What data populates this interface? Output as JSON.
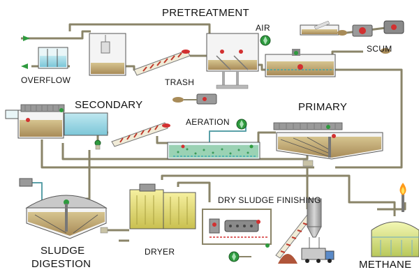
{
  "labels": {
    "pretreatment": "PRETREATMENT",
    "air": "AIR",
    "scum": "SCUM",
    "overflow": "OVERFLOW",
    "trash": "TRASH",
    "secondary": "SECONDARY",
    "primary": "PRIMARY",
    "aeration": "AERATION",
    "dry_sludge_finishing": "DRY SLUDGE FINISHING",
    "sludge_digestion_line1": "SLUDGE",
    "sludge_digestion_line2": "DIGESTION",
    "dryer": "DRYER",
    "methane": "METHANE"
  },
  "colors": {
    "pipe": "#8a8468",
    "pipe_fill": "#c9c3a6",
    "water_blue": "#9fd8e6",
    "sludge_brown": "#b9a070",
    "tank_outline": "#555555",
    "bio_green": "#3a9a5a",
    "valve_red": "#d23030",
    "flow_green": "#2e9a3e",
    "dryer_yellow": "#e8e07a",
    "methane_tank": "#e6ec8a",
    "flare_orange": "#ff9a1a"
  },
  "icons": [
    "flow-arrow-icon",
    "pump-icon",
    "valve-icon",
    "fan-icon",
    "truck-icon",
    "flare-icon"
  ]
}
